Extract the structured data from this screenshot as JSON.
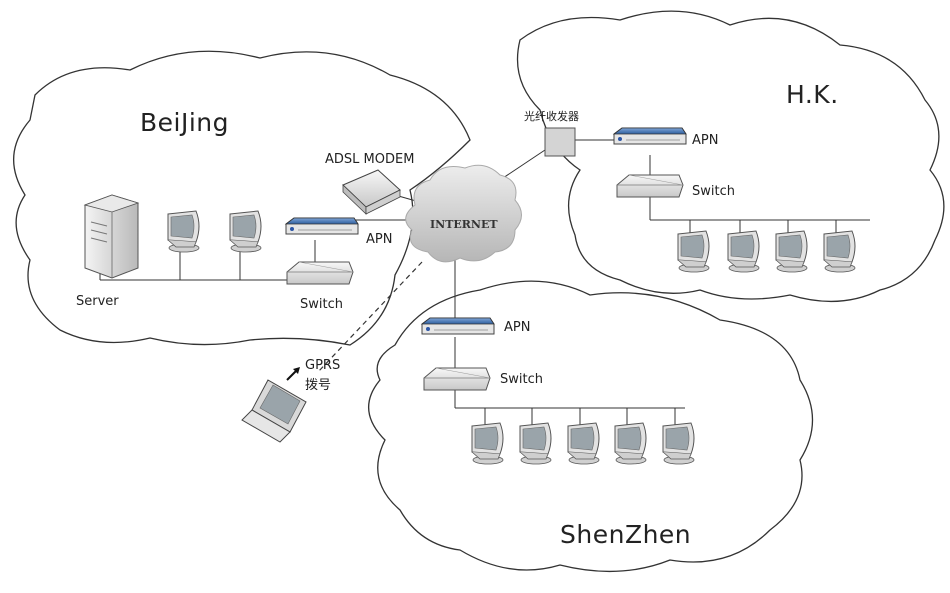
{
  "regions": {
    "beijing": "BeiJing",
    "hongkong": "H.K.",
    "shenzhen": "ShenZhen"
  },
  "beijing": {
    "server_label": "Server",
    "switch_label": "Switch",
    "apn_label": "APN",
    "modem_label": "ADSL MODEM"
  },
  "internet_label": "INTERNET",
  "gprs": {
    "line1": "GPRS",
    "line2": "拨号"
  },
  "hongkong": {
    "fiber_label": "光纤收发器",
    "apn_label": "APN",
    "switch_label": "Switch"
  },
  "shenzhen": {
    "apn_label": "APN",
    "switch_label": "Switch"
  },
  "colors": {
    "cloud_stroke": "#333333",
    "apn_blue": "#3d6fb3",
    "device_gray": "#d9d9d9"
  }
}
